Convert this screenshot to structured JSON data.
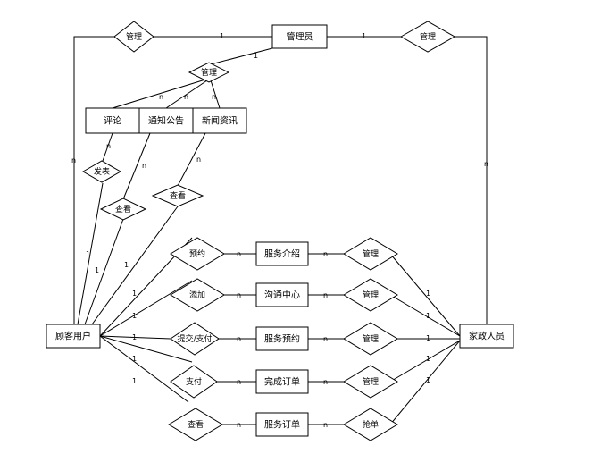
{
  "entities": {
    "admin": "管理员",
    "customer": "顾客用户",
    "worker": "家政人员",
    "comment": "评论",
    "notice": "通知公告",
    "news": "新闻资讯",
    "service_intro": "服务介绍",
    "comm_center": "沟通中心",
    "service_booking": "服务预约",
    "completed_order": "完成订单",
    "service_order": "服务订单"
  },
  "relationships": {
    "admin_customer": "管理",
    "admin_worker": "管理",
    "admin_content": "管理",
    "publish": "发表",
    "view_notice": "查看",
    "view_news": "查看",
    "book": "预约",
    "add": "添加",
    "submit_pay": "提交/支付",
    "pay": "支付",
    "view_order": "查看",
    "manage_intro": "管理",
    "manage_comm": "管理",
    "manage_booking": "管理",
    "manage_completed": "管理",
    "grab_order": "抢单"
  },
  "cardinalities": {
    "one": "1",
    "many": "n"
  }
}
